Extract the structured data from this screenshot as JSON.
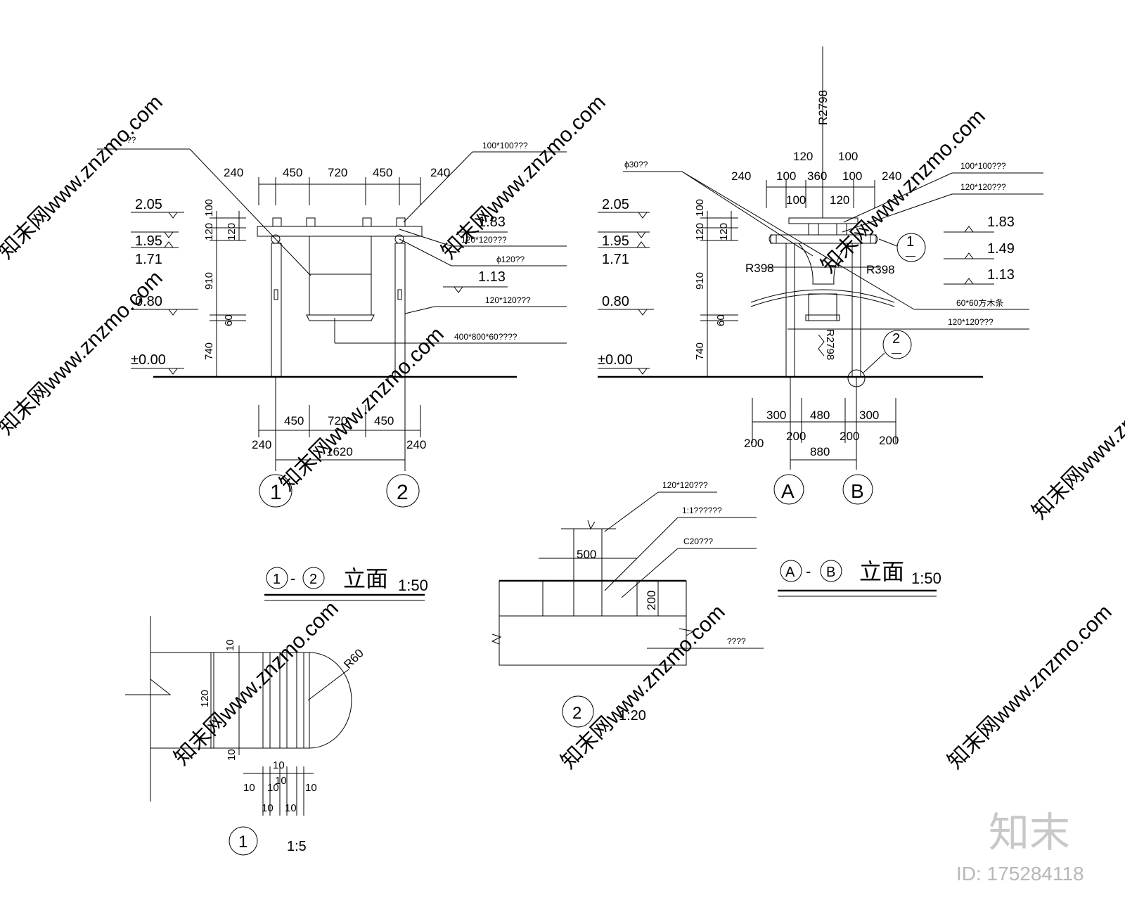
{
  "elev12": {
    "top_dims": [
      "240",
      "450",
      "720",
      "450",
      "240"
    ],
    "levels": [
      "2.05",
      "1.95",
      "1.71",
      "0.80",
      "±0.00"
    ],
    "vert_dims": [
      "100",
      "120",
      "910",
      "60",
      "740"
    ],
    "vert_dim_inner": "120",
    "right_levels": [
      "1.83",
      "1.13"
    ],
    "leaders": [
      "??",
      "100*100???",
      "120*120???",
      "ϕ120??",
      "120*120???",
      "400*800*60????"
    ],
    "bottom_dims": [
      "450",
      "720",
      "450"
    ],
    "bottom_outer": [
      "240",
      "1620",
      "240"
    ],
    "axes": [
      "1",
      "2"
    ],
    "title": {
      "a": "1",
      "dash": "-",
      "b": "2",
      "name": "立面",
      "scale": "1:50"
    }
  },
  "elevAB": {
    "r_top": "R2798",
    "top_dims1": [
      "120",
      "100"
    ],
    "top_dims2": [
      "240",
      "100",
      "360",
      "100",
      "240"
    ],
    "top_dims3": [
      "100",
      "120"
    ],
    "leader_left": "ϕ30??",
    "levels": [
      "2.05",
      "1.95",
      "1.71",
      "0.80",
      "±0.00"
    ],
    "vert_dims": [
      "100",
      "120",
      "910",
      "60",
      "740"
    ],
    "vert_dim_inner": "120",
    "r_left": "R398",
    "r_right": "R398",
    "r_mid": "R2798",
    "right_leaders": [
      "100*100???",
      "120*120???",
      "60*60方木条",
      "120*120???"
    ],
    "right_levels": [
      "1.83",
      "1.49",
      "1.13"
    ],
    "detail_tags": [
      {
        "num": "1",
        "sub": "—"
      },
      {
        "num": "2",
        "sub": "—"
      }
    ],
    "bottom_dims1": [
      "300",
      "480",
      "300"
    ],
    "bottom_dims2": [
      "200",
      "200",
      "200",
      "200"
    ],
    "bottom_total": "880",
    "axes": [
      "A",
      "B"
    ],
    "title": {
      "a": "A",
      "dash": "-",
      "b": "B",
      "name": "立面",
      "scale": "1:50"
    }
  },
  "detail1": {
    "dims_v": [
      "10",
      "120",
      "10"
    ],
    "r": "R60",
    "bottom_dims": [
      "10",
      "10",
      "10",
      "10",
      "10",
      "10",
      "10"
    ],
    "label": "1",
    "scale": "1:5"
  },
  "detail2": {
    "leaders": [
      "120*120???",
      "1:1??????",
      "C20???",
      "????"
    ],
    "width": "500",
    "height": "200",
    "label": "2",
    "scale": "1:20"
  },
  "watermark": {
    "text": "知末网www.znzmo.com",
    "logo": "知末",
    "id": "ID: 175284118"
  },
  "colors": {
    "line": "#000000",
    "watermark": "#d6d6d6",
    "background": "#ffffff"
  }
}
